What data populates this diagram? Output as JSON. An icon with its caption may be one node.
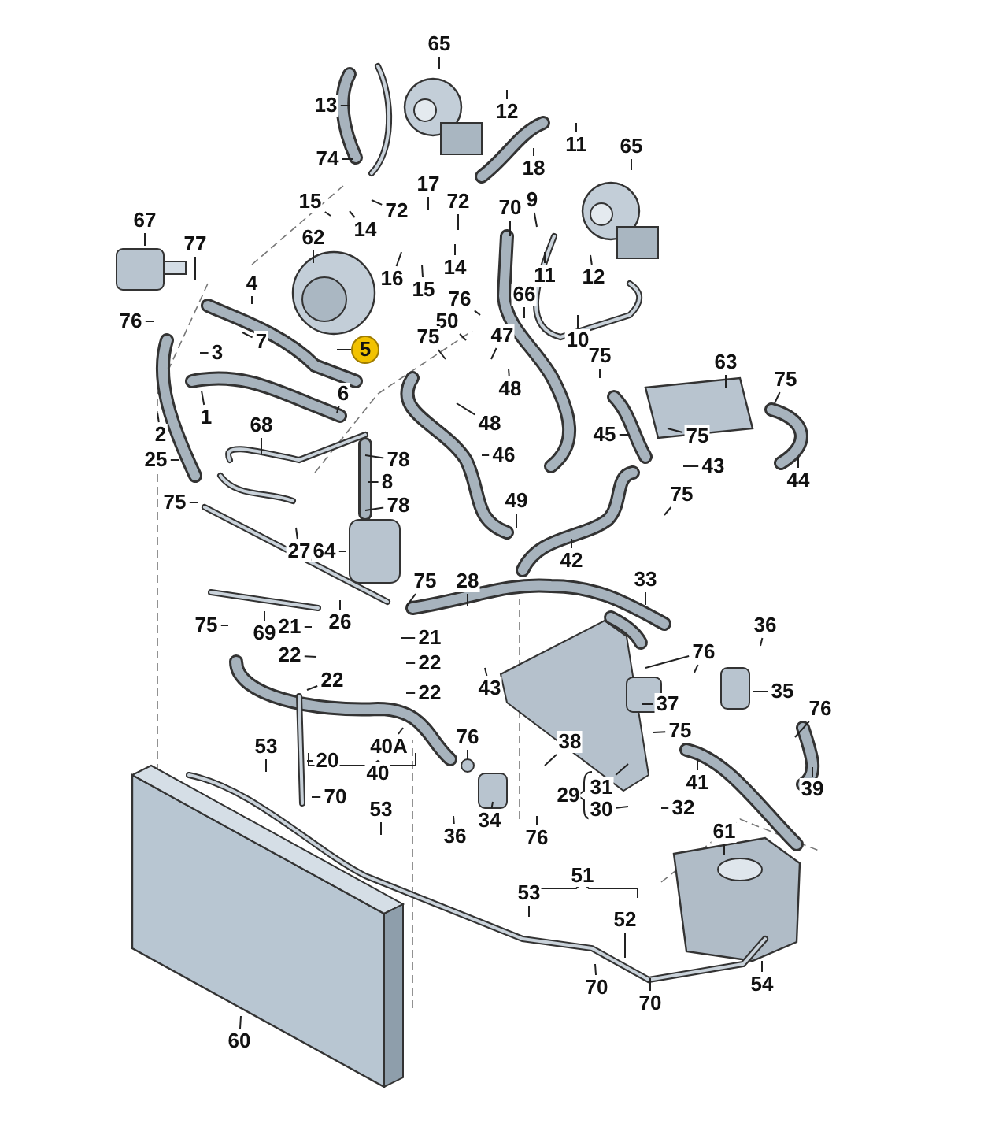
{
  "diagram": {
    "nodes": [
      {
        "text": [
          "65"
        ]
      },
      {
        "text": [
          "13"
        ]
      },
      {
        "text": [
          "12"
        ]
      },
      {
        "text": [
          "11"
        ]
      },
      {
        "text": [
          "74"
        ]
      },
      {
        "text": [
          "18"
        ]
      },
      {
        "text": [
          "65"
        ]
      },
      {
        "text": [
          "72"
        ]
      },
      {
        "text": [
          "17"
        ]
      },
      {
        "text": [
          "15"
        ]
      },
      {
        "text": [
          "72"
        ]
      },
      {
        "text": [
          "70"
        ]
      },
      {
        "text": [
          "9"
        ]
      },
      {
        "text": [
          "67"
        ]
      },
      {
        "text": [
          "62"
        ]
      },
      {
        "text": [
          "14"
        ]
      },
      {
        "text": [
          "77"
        ]
      },
      {
        "text": [
          "16"
        ]
      },
      {
        "text": [
          "14"
        ]
      },
      {
        "text": [
          "15"
        ]
      },
      {
        "text": [
          "11"
        ]
      },
      {
        "text": [
          "12"
        ]
      },
      {
        "text": [
          "4"
        ]
      },
      {
        "text": [
          "66"
        ]
      },
      {
        "text": [
          "76"
        ]
      },
      {
        "text": [
          "50"
        ]
      },
      {
        "text": [
          "76"
        ]
      },
      {
        "text": [
          "47"
        ]
      },
      {
        "text": [
          "75"
        ]
      },
      {
        "text": [
          "10"
        ]
      },
      {
        "text": [
          "3"
        ]
      },
      {
        "text": [
          "7"
        ]
      },
      {
        "text": [
          "5"
        ]
      },
      {
        "text": [
          "75"
        ]
      },
      {
        "text": [
          "63"
        ]
      },
      {
        "text": [
          "75"
        ]
      },
      {
        "text": [
          "48"
        ]
      },
      {
        "text": [
          "6"
        ]
      },
      {
        "text": [
          "1"
        ]
      },
      {
        "text": [
          "48"
        ]
      },
      {
        "text": [
          "68"
        ]
      },
      {
        "text": [
          "45"
        ]
      },
      {
        "text": [
          "75"
        ]
      },
      {
        "text": [
          "2"
        ]
      },
      {
        "text": [
          "25"
        ]
      },
      {
        "text": [
          "78"
        ]
      },
      {
        "text": [
          "46"
        ]
      },
      {
        "text": [
          "43"
        ]
      },
      {
        "text": [
          "44"
        ]
      },
      {
        "text": [
          "8"
        ]
      },
      {
        "text": [
          "75"
        ]
      },
      {
        "text": [
          "75"
        ]
      },
      {
        "text": [
          "78"
        ]
      },
      {
        "text": [
          "49"
        ]
      },
      {
        "text": [
          "27"
        ]
      },
      {
        "text": [
          "64"
        ]
      },
      {
        "text": [
          "42"
        ]
      },
      {
        "text": [
          "33"
        ]
      },
      {
        "text": [
          "75"
        ]
      },
      {
        "text": [
          "28"
        ]
      },
      {
        "text": [
          "36"
        ]
      },
      {
        "text": [
          "75"
        ]
      },
      {
        "text": [
          "26"
        ]
      },
      {
        "text": [
          "69"
        ]
      },
      {
        "text": [
          "21"
        ]
      },
      {
        "text": [
          "21"
        ]
      },
      {
        "text": [
          "22"
        ]
      },
      {
        "text": [
          "76"
        ]
      },
      {
        "text": [
          "22"
        ]
      },
      {
        "text": [
          "22"
        ]
      },
      {
        "text": [
          "43"
        ]
      },
      {
        "text": [
          "22"
        ]
      },
      {
        "text": [
          "37"
        ]
      },
      {
        "text": [
          "35"
        ]
      },
      {
        "text": [
          "75"
        ]
      },
      {
        "text": [
          "76"
        ]
      },
      {
        "text": [
          "38"
        ]
      },
      {
        "text": [
          "40A"
        ]
      },
      {
        "text": [
          "20"
        ]
      },
      {
        "text": [
          "76"
        ]
      },
      {
        "text": [
          "53"
        ]
      },
      {
        "text": [
          "41"
        ]
      },
      {
        "text": [
          "39"
        ]
      },
      {
        "text": [
          "70"
        ]
      },
      {
        "text": [
          "31"
        ]
      },
      {
        "text": [
          "30"
        ]
      },
      {
        "text": [
          "32"
        ]
      },
      {
        "text": [
          "34"
        ]
      },
      {
        "text": [
          "36"
        ]
      },
      {
        "text": [
          "53"
        ]
      },
      {
        "text": [
          "76"
        ]
      },
      {
        "text": [
          "61"
        ]
      },
      {
        "text": [
          "53"
        ]
      },
      {
        "text": [
          "52"
        ]
      },
      {
        "text": [
          "70"
        ]
      },
      {
        "text": [
          "70"
        ]
      },
      {
        "text": [
          "54"
        ]
      },
      {
        "text": [
          "60"
        ]
      },
      {
        "text": [
          "40"
        ]
      },
      {
        "text": [
          "29"
        ]
      },
      {
        "text": [
          "51"
        ]
      }
    ],
    "edges": [
      {
        "from": 0,
        "to": null,
        "arrow": "none"
      },
      {
        "from": 1,
        "to": null,
        "arrow": "none"
      },
      {
        "from": 2,
        "to": null,
        "arrow": "none"
      },
      {
        "from": 3,
        "to": null,
        "arrow": "none"
      },
      {
        "from": 4,
        "to": null,
        "arrow": "none"
      },
      {
        "from": 5,
        "to": null,
        "arrow": "none"
      },
      {
        "from": 6,
        "to": null,
        "arrow": "none"
      },
      {
        "from": 7,
        "to": null,
        "arrow": "none"
      },
      {
        "from": 8,
        "to": null,
        "arrow": "none"
      },
      {
        "from": 9,
        "to": null,
        "arrow": "none"
      },
      {
        "from": 10,
        "to": null,
        "arrow": "none"
      },
      {
        "from": 11,
        "to": null,
        "arrow": "none"
      },
      {
        "from": 12,
        "to": null,
        "arrow": "none"
      },
      {
        "from": 13,
        "to": null,
        "arrow": "none"
      },
      {
        "from": 14,
        "to": null,
        "arrow": "none"
      },
      {
        "from": 15,
        "to": null,
        "arrow": "none"
      },
      {
        "from": 16,
        "to": null,
        "arrow": "none"
      },
      {
        "from": 17,
        "to": null,
        "arrow": "none"
      },
      {
        "from": 18,
        "to": null,
        "arrow": "none"
      },
      {
        "from": 19,
        "to": null,
        "arrow": "none"
      },
      {
        "from": 20,
        "to": null,
        "arrow": "none"
      },
      {
        "from": 21,
        "to": null,
        "arrow": "none"
      },
      {
        "from": 22,
        "to": null,
        "arrow": "none"
      },
      {
        "from": 23,
        "to": null,
        "arrow": "none"
      },
      {
        "from": 24,
        "to": null,
        "arrow": "none"
      },
      {
        "from": 25,
        "to": null,
        "arrow": "none"
      },
      {
        "from": 26,
        "to": null,
        "arrow": "none"
      },
      {
        "from": 27,
        "to": null,
        "arrow": "none"
      },
      {
        "from": 28,
        "to": null,
        "arrow": "none"
      },
      {
        "from": 29,
        "to": null,
        "arrow": "none"
      },
      {
        "from": 30,
        "to": null,
        "arrow": "none"
      },
      {
        "from": 31,
        "to": null,
        "arrow": "none"
      },
      {
        "from": 32,
        "to": null,
        "arrow": "none"
      },
      {
        "from": 33,
        "to": null,
        "arrow": "none"
      },
      {
        "from": 34,
        "to": null,
        "arrow": "none"
      },
      {
        "from": 35,
        "to": null,
        "arrow": "none"
      },
      {
        "from": 36,
        "to": null,
        "arrow": "none"
      },
      {
        "from": 37,
        "to": null,
        "arrow": "none"
      },
      {
        "from": 38,
        "to": null,
        "arrow": "none"
      },
      {
        "from": 39,
        "to": null,
        "arrow": "none"
      },
      {
        "from": 40,
        "to": null,
        "arrow": "none"
      },
      {
        "from": 41,
        "to": null,
        "arrow": "none"
      },
      {
        "from": 42,
        "to": null,
        "arrow": "none"
      },
      {
        "from": 43,
        "to": null,
        "arrow": "none"
      },
      {
        "from": 44,
        "to": null,
        "arrow": "none"
      },
      {
        "from": 45,
        "to": null,
        "arrow": "none"
      },
      {
        "from": 46,
        "to": null,
        "arrow": "none"
      },
      {
        "from": 47,
        "to": null,
        "arrow": "none"
      },
      {
        "from": 48,
        "to": null,
        "arrow": "none"
      },
      {
        "from": 49,
        "to": null,
        "arrow": "none"
      },
      {
        "from": 50,
        "to": null,
        "arrow": "none"
      },
      {
        "from": 51,
        "to": null,
        "arrow": "none"
      },
      {
        "from": 52,
        "to": null,
        "arrow": "none"
      },
      {
        "from": 53,
        "to": null,
        "arrow": "none"
      },
      {
        "from": 54,
        "to": null,
        "arrow": "none"
      },
      {
        "from": 55,
        "to": null,
        "arrow": "none"
      },
      {
        "from": 56,
        "to": null,
        "arrow": "none"
      },
      {
        "from": 57,
        "to": null,
        "arrow": "none"
      },
      {
        "from": 58,
        "to": null,
        "arrow": "none"
      },
      {
        "from": 59,
        "to": null,
        "arrow": "none"
      },
      {
        "from": 60,
        "to": null,
        "arrow": "none"
      },
      {
        "from": 61,
        "to": null,
        "arrow": "none"
      },
      {
        "from": 62,
        "to": null,
        "arrow": "none"
      },
      {
        "from": 63,
        "to": null,
        "arrow": "none"
      },
      {
        "from": 64,
        "to": null,
        "arrow": "none"
      },
      {
        "from": 65,
        "to": null,
        "arrow": "none"
      },
      {
        "from": 66,
        "to": null,
        "arrow": "none"
      },
      {
        "from": 67,
        "to": null,
        "arrow": "none"
      },
      {
        "from": 68,
        "to": null,
        "arrow": "none"
      },
      {
        "from": 69,
        "to": null,
        "arrow": "none"
      },
      {
        "from": 70,
        "to": null,
        "arrow": "none"
      },
      {
        "from": 71,
        "to": null,
        "arrow": "none"
      },
      {
        "from": 72,
        "to": null,
        "arrow": "none"
      },
      {
        "from": 73,
        "to": null,
        "arrow": "none"
      },
      {
        "from": 74,
        "to": null,
        "arrow": "none"
      },
      {
        "from": 75,
        "to": null,
        "arrow": "none"
      },
      {
        "from": 76,
        "to": null,
        "arrow": "none"
      },
      {
        "from": 77,
        "to": null,
        "arrow": "none"
      },
      {
        "from": 78,
        "to": null,
        "arrow": "none"
      },
      {
        "from": 79,
        "to": null,
        "arrow": "none"
      },
      {
        "from": 80,
        "to": null,
        "arrow": "none"
      },
      {
        "from": 81,
        "to": null,
        "arrow": "none"
      },
      {
        "from": 82,
        "to": null,
        "arrow": "none"
      },
      {
        "from": 83,
        "to": null,
        "arrow": "none"
      },
      {
        "from": 84,
        "to": null,
        "arrow": "none"
      },
      {
        "from": 85,
        "to": null,
        "arrow": "none"
      },
      {
        "from": 86,
        "to": null,
        "arrow": "none"
      },
      {
        "from": 87,
        "to": null,
        "arrow": "none"
      },
      {
        "from": 88,
        "to": null,
        "arrow": "none"
      },
      {
        "from": 89,
        "to": null,
        "arrow": "none"
      },
      {
        "from": 90,
        "to": null,
        "arrow": "none"
      },
      {
        "from": 91,
        "to": null,
        "arrow": "none"
      },
      {
        "from": 92,
        "to": null,
        "arrow": "none"
      },
      {
        "from": 93,
        "to": null,
        "arrow": "none"
      },
      {
        "from": 94,
        "to": null,
        "arrow": "none"
      },
      {
        "from": 95,
        "to": null,
        "arrow": "none"
      },
      {
        "from": 96,
        "to": null,
        "arrow": "none"
      },
      {
        "from": 97,
        "to": null,
        "arrow": "none"
      },
      {
        "from": 67,
        "to": null,
        "arrow": "none"
      }
    ]
  }
}
